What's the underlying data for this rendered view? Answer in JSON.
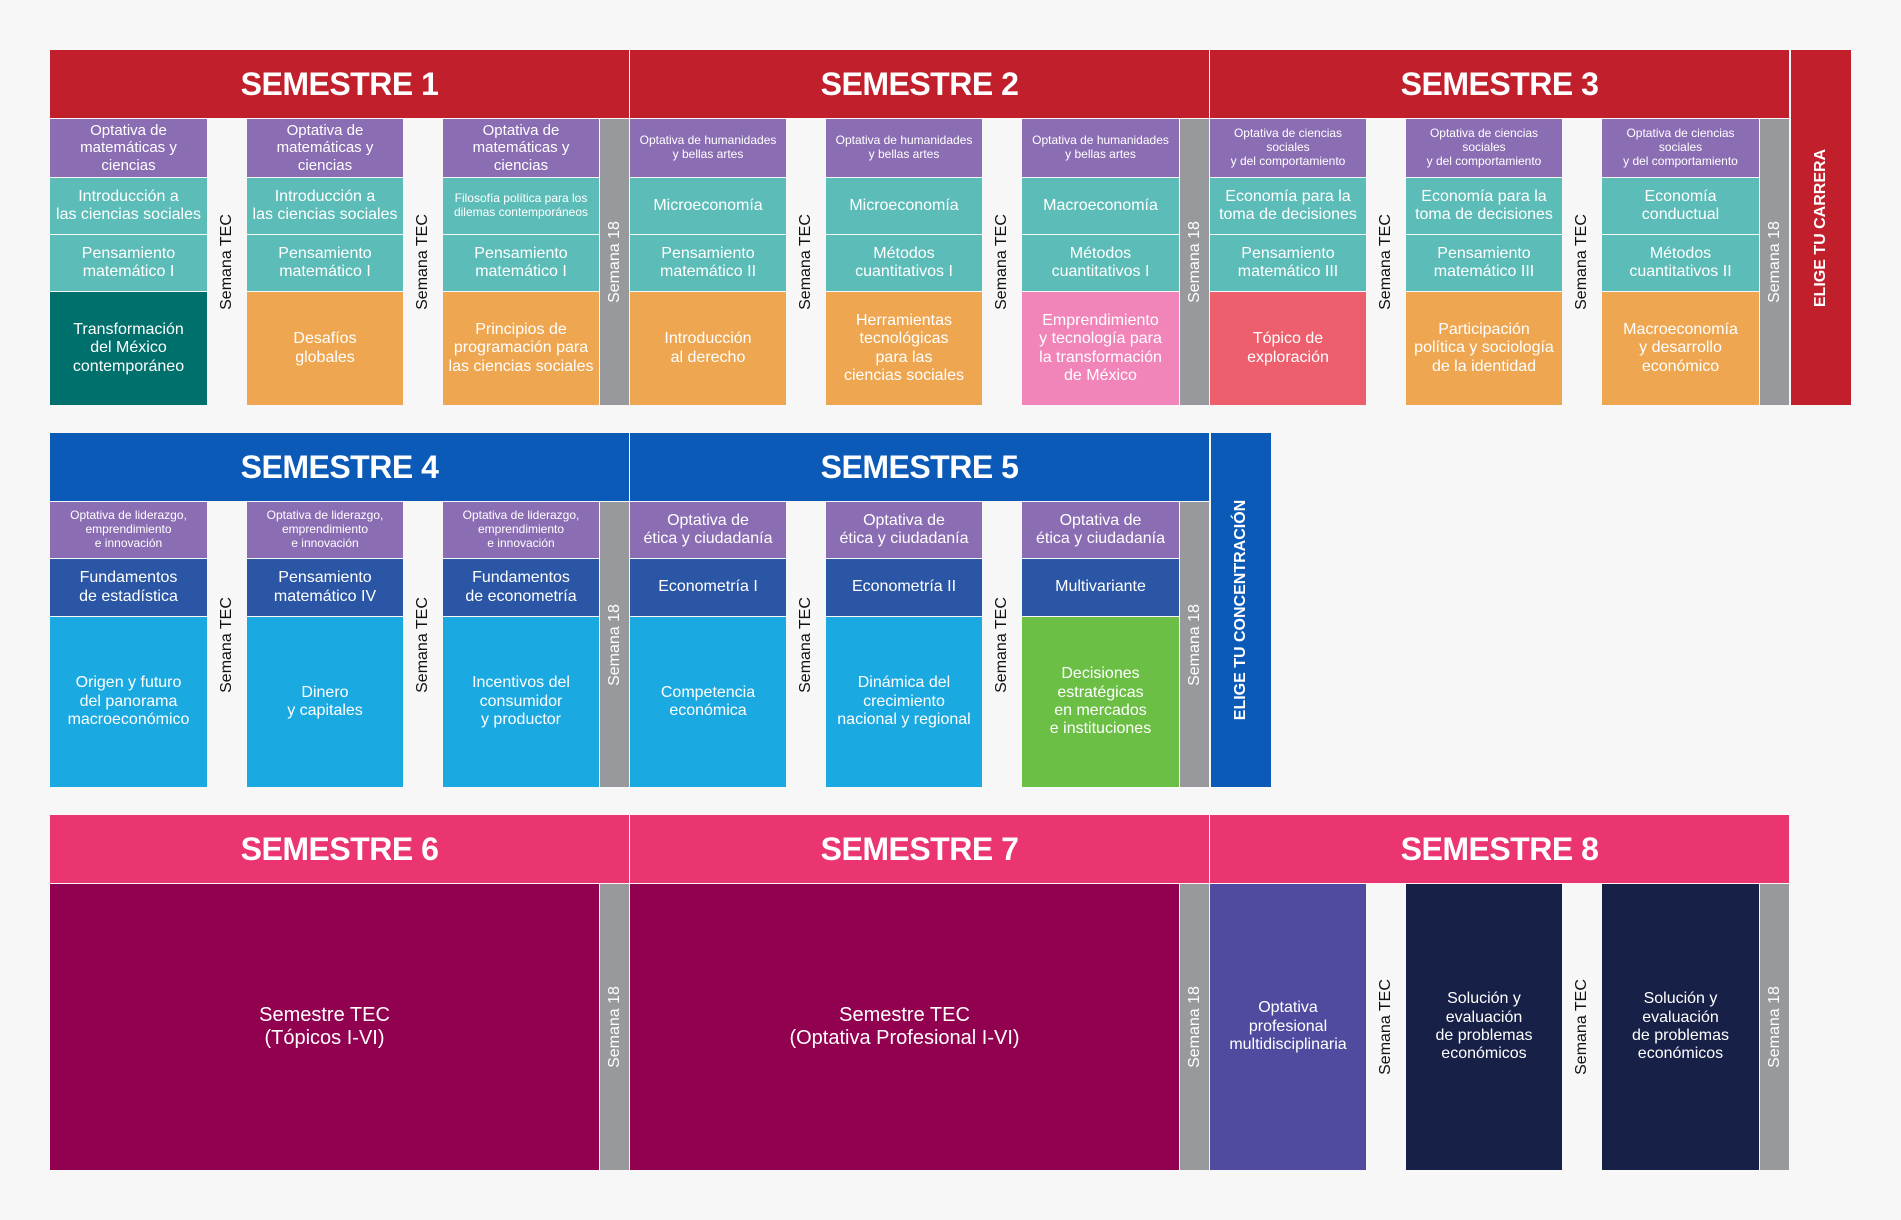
{
  "colors": {
    "red": "#c01f2b",
    "blue": "#0b5ab8",
    "pink": "#ea3570",
    "purple": "#8b6db4",
    "teal_light": "#5cbcb8",
    "teal_dark": "#00706c",
    "orange": "#eea651",
    "pink_light": "#f184b8",
    "coral": "#ee5f6d",
    "navy_mid": "#2a56a5",
    "sky": "#1aa9e1",
    "green": "#6bbf45",
    "maroon": "#920050",
    "violet": "#514ba0",
    "navy_dark": "#172047",
    "gray": "#97999c"
  },
  "labels": {
    "semana18": "Semana 18",
    "semanaTec": "Semana TEC",
    "elige_carrera": "ELIGE TU CARRERA",
    "elige_concentracion": "ELIGE TU CONCENTRACIÓN"
  },
  "semesters": {
    "s1": "SEMESTRE 1",
    "s2": "SEMESTRE 2",
    "s3": "SEMESTRE 3",
    "s4": "SEMESTRE 4",
    "s5": "SEMESTRE 5",
    "s6": "SEMESTRE 6",
    "s7": "SEMESTRE 7",
    "s8": "SEMESTRE 8"
  },
  "courses": {
    "r1c1a": "Optativa de\nmatemáticas y ciencias",
    "r1c1b": "Introducción a\nlas ciencias sociales",
    "r1c1c": "Pensamiento\nmatemático I",
    "r1c1d": "Transformación\ndel México\ncontemporáneo",
    "r1c2a": "Optativa de\nmatemáticas y ciencias",
    "r1c2b": "Introducción a\nlas ciencias sociales",
    "r1c2c": "Pensamiento\nmatemático I",
    "r1c2d": "Desafíos\nglobales",
    "r1c3a": "Optativa de\nmatemáticas y ciencias",
    "r1c3b": "Filosofía política para los\ndilemas contemporáneos",
    "r1c3c": "Pensamiento\nmatemático I",
    "r1c3d": "Principios de\nprogramación para\nlas ciencias sociales",
    "r1c4a": "Optativa de humanidades\ny bellas artes",
    "r1c4b": "Microeconomía",
    "r1c4c": "Pensamiento\nmatemático II",
    "r1c4d": "Introducción\nal derecho",
    "r1c5a": "Optativa de humanidades\ny bellas artes",
    "r1c5b": "Microeconomía",
    "r1c5c": "Métodos\ncuantitativos I",
    "r1c5d": "Herramientas\ntecnológicas\npara las\nciencias sociales",
    "r1c6a": "Optativa de humanidades\ny bellas artes",
    "r1c6b": "Macroeconomía",
    "r1c6c": "Métodos\ncuantitativos I",
    "r1c6d": "Emprendimiento\ny tecnología para\nla transformación\nde México",
    "r1c7a": "Optativa de ciencias sociales\ny del comportamiento",
    "r1c7b": "Economía para la\ntoma de decisiones",
    "r1c7c": "Pensamiento\nmatemático III",
    "r1c7d": "Tópico de\nexploración",
    "r1c8a": "Optativa de ciencias sociales\ny del comportamiento",
    "r1c8b": "Economía para la\ntoma de decisiones",
    "r1c8c": "Pensamiento\nmatemático III",
    "r1c8d": "Participación\npolítica y sociología\nde la identidad",
    "r1c9a": "Optativa de ciencias sociales\ny del comportamiento",
    "r1c9b": "Economía conductual",
    "r1c9c": "Métodos\ncuantitativos II",
    "r1c9d": "Macroeconomía\ny desarrollo\neconómico",
    "r2c1a": "Optativa de liderazgo,\nemprendimiento\ne innovación",
    "r2c1b": "Fundamentos\nde estadística",
    "r2c1c": "Origen y futuro\ndel panorama\nmacroeconómico",
    "r2c2a": "Optativa de liderazgo,\nemprendimiento\ne innovación",
    "r2c2b": "Pensamiento\nmatemático IV",
    "r2c2c": "Dinero\ny capitales",
    "r2c3a": "Optativa de liderazgo,\nemprendimiento\ne innovación",
    "r2c3b": "Fundamentos\nde econometría",
    "r2c3c": "Incentivos del\nconsumidor\ny productor",
    "r2c4a": "Optativa de\nética y ciudadanía",
    "r2c4b": "Econometría I",
    "r2c4c": "Competencia\neconómica",
    "r2c5a": "Optativa de\nética y ciudadanía",
    "r2c5b": "Econometría II",
    "r2c5c": "Dinámica del\ncrecimiento\nnacional y regional",
    "r2c6a": "Optativa de\nética y ciudadanía",
    "r2c6b": "Multivariante",
    "r2c6c": "Decisiones\nestratégicas\nen mercados\ne instituciones",
    "r3s6": "Semestre TEC\n(Tópicos I-VI)",
    "r3s7": "Semestre TEC\n(Optativa Profesional I-VI)",
    "r3c1": "Optativa\nprofesional\nmultidisciplinaria",
    "r3c2": "Solución  y\nevaluación\nde problemas\neconómicos",
    "r3c3": "Solución  y\nevaluación\nde problemas\neconómicos"
  }
}
